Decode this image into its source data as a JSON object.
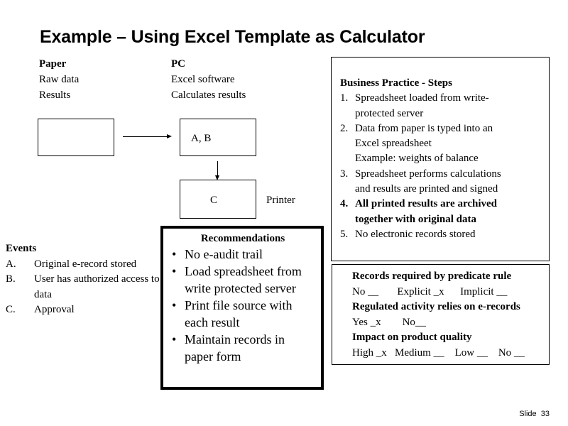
{
  "title": "Example – Using Excel Template as Calculator",
  "paper_column": {
    "header": "Paper",
    "lines": [
      "Raw data",
      "Results"
    ]
  },
  "pc_column": {
    "header": "PC",
    "lines": [
      "Excel software",
      "Calculates results"
    ]
  },
  "flow": {
    "box_ab_label": "A, B",
    "box_c_label": "C",
    "printer_label": "Printer"
  },
  "business_practice": {
    "header": "Business Practice - Steps",
    "steps": [
      {
        "num": "1.",
        "lines": [
          "Spreadsheet loaded from write-",
          "protected server"
        ]
      },
      {
        "num": "2.",
        "lines": [
          "Data from paper is typed into an",
          "Excel spreadsheet",
          "Example: weights of balance"
        ]
      },
      {
        "num": "3.",
        "lines": [
          "Spreadsheet performs calculations",
          "and results are printed and signed"
        ]
      },
      {
        "num": "4.",
        "lines": [
          "All printed results are archived",
          "together with original data"
        ],
        "bold": true
      },
      {
        "num": "5.",
        "lines": [
          "No electronic records stored"
        ]
      }
    ]
  },
  "events": {
    "header": "Events",
    "items": [
      {
        "num": "A.",
        "text": "Original e-record stored"
      },
      {
        "num": "B.",
        "text": "User has authorized access to data"
      },
      {
        "num": "C.",
        "text": "Approval"
      }
    ]
  },
  "recommendations": {
    "header": "Recommendations",
    "items": [
      "No e-audit trail",
      "Load spreadsheet from  write protected server",
      "Print file source with each result",
      "Maintain records in paper form"
    ]
  },
  "records": {
    "q1": "Records required by predicate rule",
    "a1": "No __       Explicit _x      Implicit __",
    "q2": "Regulated activity relies on e-records",
    "a2": "Yes _x        No__",
    "q3": "Impact on product quality",
    "a3": "High _x   Medium __    Low __    No __"
  },
  "slide_number": "Slide  33"
}
